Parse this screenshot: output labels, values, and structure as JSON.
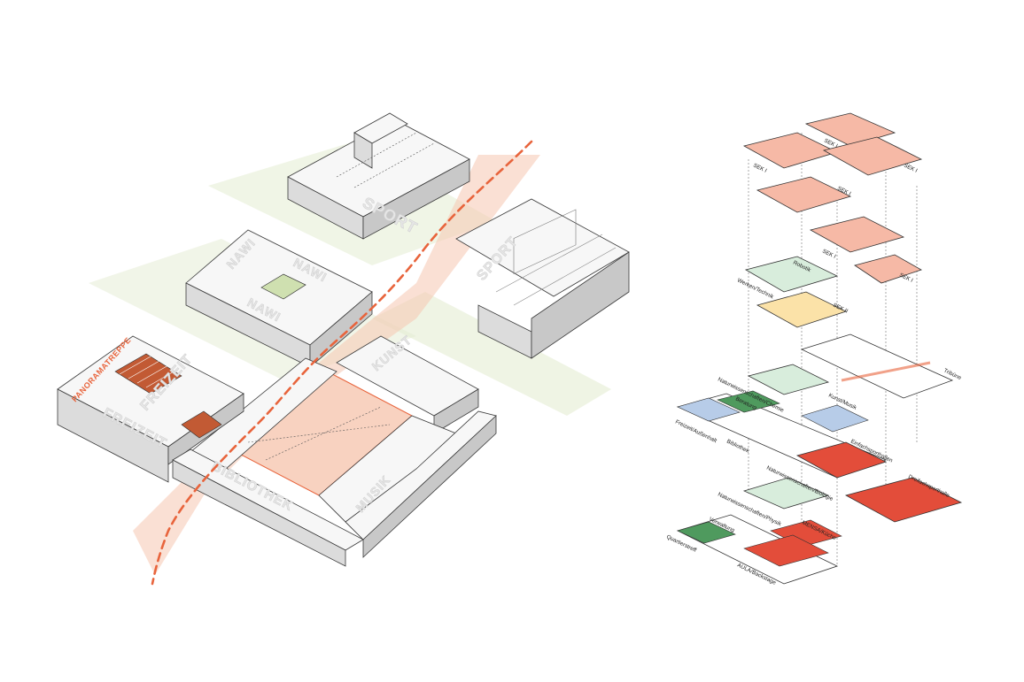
{
  "axonometric": {
    "blocks": [
      {
        "label": "SPORT",
        "id": "sport-top"
      },
      {
        "label": "NAWI",
        "id": "nawi-1"
      },
      {
        "label": "NAWI",
        "id": "nawi-2"
      },
      {
        "label": "NAWI",
        "id": "nawi-3"
      },
      {
        "label": "SPORT",
        "id": "sport-right"
      },
      {
        "label": "FREIZEIT",
        "id": "freizeit-upper"
      },
      {
        "label": "FREIZEIT",
        "id": "freizeit-lower"
      },
      {
        "label": "KUNST",
        "id": "kunst"
      },
      {
        "label": "BIBLIOTHEK",
        "id": "bibliothek"
      },
      {
        "label": "MUSIK",
        "id": "musik"
      }
    ],
    "highlight_label": "PANORAMATREPPE",
    "colors": {
      "accent": "#e8643c",
      "accent_light": "#f6c6b1",
      "green": "#dfe9c8",
      "block": "#efefef"
    }
  },
  "exploded": {
    "labels": [
      "SEK I",
      "SEK I",
      "SEK I",
      "SEK I",
      "SEK I",
      "SEK I",
      "Robotik",
      "Werken/Technik",
      "SEK II",
      "Tribüne",
      "Naturwissenschaften/Chemie",
      "Beratung",
      "Kunst/Musik",
      "Freizeit/Außenhalt",
      "Bibliothek",
      "Einfachsporthallen",
      "Naturwissenschaften/Biologie",
      "Dreifachsporthalle",
      "Naturwissenschaften/Physik",
      "Verwaltung",
      "MENSA/Küche",
      "Quartierstreff",
      "AULA/Backstage"
    ]
  }
}
